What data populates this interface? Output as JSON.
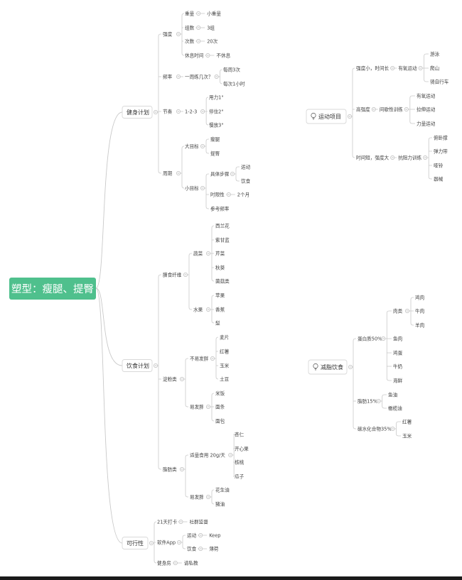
{
  "root": {
    "text": "塑型：瘦腿、提臀",
    "color": "#4fc08d"
  },
  "colors": {
    "line": "#c9c9c9",
    "text": "#444444",
    "branch_border": "#d9d9d9"
  },
  "fitness_plan": {
    "label": "健身计划",
    "intensity": {
      "label": "强度",
      "weight": {
        "label": "重量",
        "value": "小重量"
      },
      "sets": {
        "label": "组数",
        "value": "3组"
      },
      "reps": {
        "label": "次数",
        "value": "20次"
      },
      "rest": {
        "label": "休息时间",
        "value": "不休息"
      }
    },
    "frequency": {
      "label": "频率",
      "question": "一周练几次？",
      "a": "每周3次",
      "b": "每次1小时"
    },
    "tempo": {
      "label": "节奏",
      "value": "1-2-3",
      "a": "用力1\"",
      "b": "停住2\"",
      "c": "慢放3\""
    },
    "cycle": {
      "label": "周期",
      "big_goal": {
        "label": "大目标",
        "a": "瘦腿",
        "b": "提臀"
      },
      "small_goal": {
        "label": "小目标",
        "steps": {
          "label": "具体步骤",
          "a": "运动",
          "b": "饮食"
        },
        "timeline": {
          "label": "时限性",
          "value": "2个月"
        },
        "ref": "参考频率"
      }
    }
  },
  "diet_plan": {
    "label": "饮食计划",
    "fiber": {
      "label": "膳食纤维",
      "veg": {
        "label": "蔬菜",
        "items": [
          "西兰花",
          "紫甘蓝",
          "芹菜",
          "秋葵",
          "菌菇类"
        ]
      },
      "fruit": {
        "label": "水果",
        "items": [
          "苹果",
          "香蕉",
          "梨"
        ]
      }
    },
    "starch": {
      "label": "淀粉类",
      "nonfat": {
        "label": "不易发胖",
        "items": [
          "麦片",
          "红薯",
          "玉米",
          "土豆"
        ]
      },
      "fat": {
        "label": "易发胖",
        "items": [
          "米饭",
          "面条",
          "面包"
        ]
      }
    },
    "fats": {
      "label": "脂肪类",
      "moderate": {
        "label": "适量食用 20g/天",
        "items": [
          "杏仁",
          "开心果",
          "核桃",
          "瓜子"
        ]
      },
      "fat": {
        "label": "易发胖",
        "items": [
          "花生油",
          "猪油"
        ]
      }
    }
  },
  "feasibility": {
    "label": "可行性",
    "checkin": {
      "label": "21天打卡",
      "value": "社群监督"
    },
    "app": {
      "label": "软件App",
      "sport": {
        "label": "运动",
        "value": "Keep"
      },
      "diet": {
        "label": "饮食",
        "value": "薄荷"
      }
    },
    "gym": {
      "label": "健身房",
      "value": "请私教"
    }
  },
  "sports": {
    "label": "运动项目",
    "low": {
      "label": "强度小，时间长",
      "type": "有氧运动",
      "items": [
        "游泳",
        "爬山",
        "骑自行车"
      ]
    },
    "high": {
      "label": "高强度",
      "type": "间歇性训练",
      "items": [
        "有氧运动",
        "拉伸运动",
        "力量运动"
      ]
    },
    "short": {
      "label": "时间短，强度大",
      "type": "抗阻力训练",
      "items": [
        "俯卧撑",
        "弹力带",
        "哑铃",
        "器械"
      ]
    }
  },
  "fatloss": {
    "label": "减脂饮食",
    "protein": {
      "label": "蛋白质50%",
      "meat": {
        "label": "肉类",
        "items": [
          "鸡肉",
          "牛肉",
          "羊肉"
        ]
      },
      "items": [
        "鱼肉",
        "鸡蛋",
        "牛奶",
        "海鲜"
      ]
    },
    "fat": {
      "label": "脂肪15%",
      "items": [
        "鱼油",
        "橄榄油"
      ]
    },
    "carb": {
      "label": "碳水化合物35%",
      "items": [
        "红薯",
        "玉米"
      ]
    }
  }
}
